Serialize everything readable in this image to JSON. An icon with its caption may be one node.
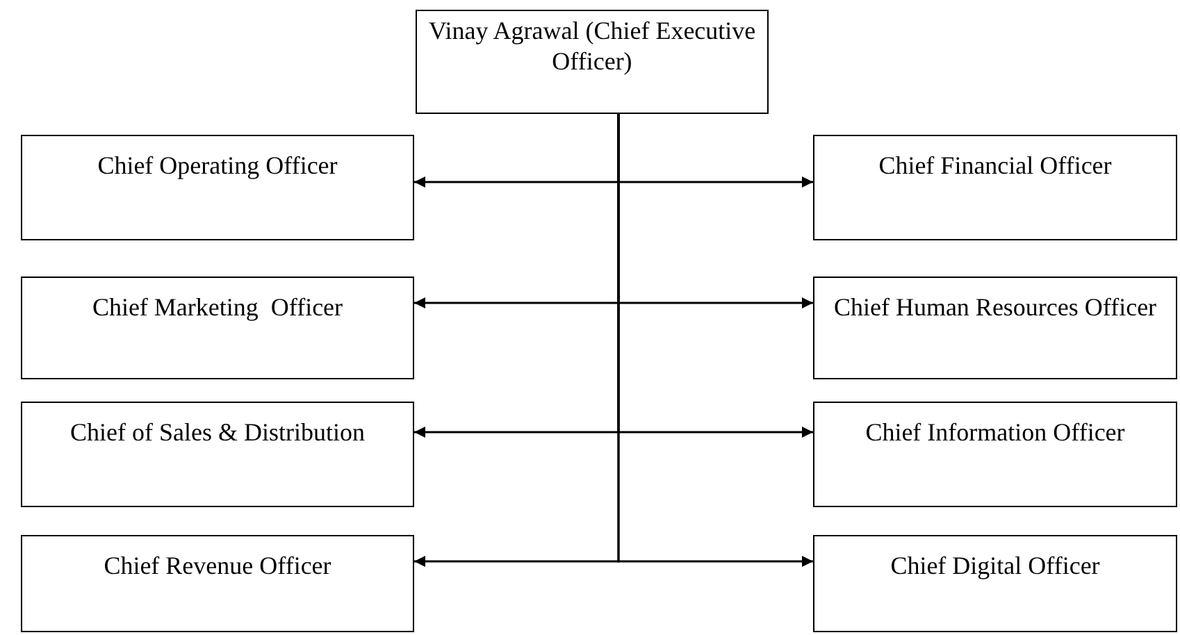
{
  "diagram": {
    "nodes": [
      {
        "text": [
          "Vinay Agrawal (Chief Executive Officer)"
        ]
      },
      {
        "text": [
          "Chief Operating Officer"
        ]
      },
      {
        "text": [
          "Chief Financial Officer"
        ]
      },
      {
        "text": [
          "Chief Marketing  Officer"
        ]
      },
      {
        "text": [
          "Chief Human Resources Officer"
        ]
      },
      {
        "text": [
          "Chief of Sales & Distribution"
        ]
      },
      {
        "text": [
          "Chief Information Officer"
        ]
      },
      {
        "text": [
          "Chief Revenue Officer"
        ]
      },
      {
        "text": [
          "Chief Digital Officer"
        ]
      }
    ],
    "edges": [
      {
        "from": 0,
        "to": 1,
        "arrow": "to"
      },
      {
        "from": 0,
        "to": 2,
        "arrow": "to"
      },
      {
        "from": 0,
        "to": 3,
        "arrow": "to"
      },
      {
        "from": 0,
        "to": 4,
        "arrow": "to"
      },
      {
        "from": 0,
        "to": 5,
        "arrow": "to"
      },
      {
        "from": 0,
        "to": 6,
        "arrow": "to"
      },
      {
        "from": 0,
        "to": 7,
        "arrow": "to"
      },
      {
        "from": 0,
        "to": 8,
        "arrow": "to"
      }
    ]
  }
}
